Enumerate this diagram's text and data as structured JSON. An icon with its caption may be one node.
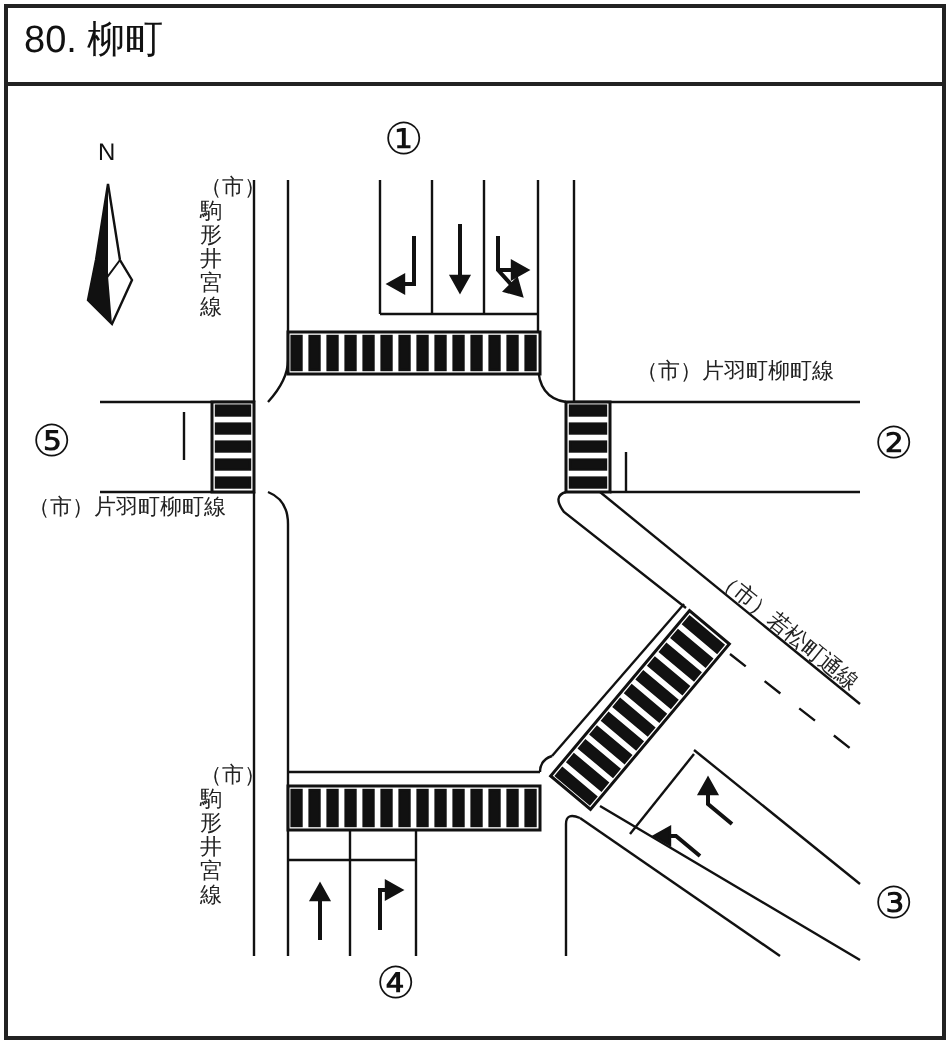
{
  "diagram": {
    "title": "80. 柳町",
    "labels": [
      "N",
      "①",
      "（市）駒形井宮線",
      "（市）片羽町柳町線",
      "⑤",
      "②",
      "（市）片羽町柳町線",
      "（市）若松町通線",
      "（市）駒形井宮線",
      "③",
      "④"
    ]
  }
}
